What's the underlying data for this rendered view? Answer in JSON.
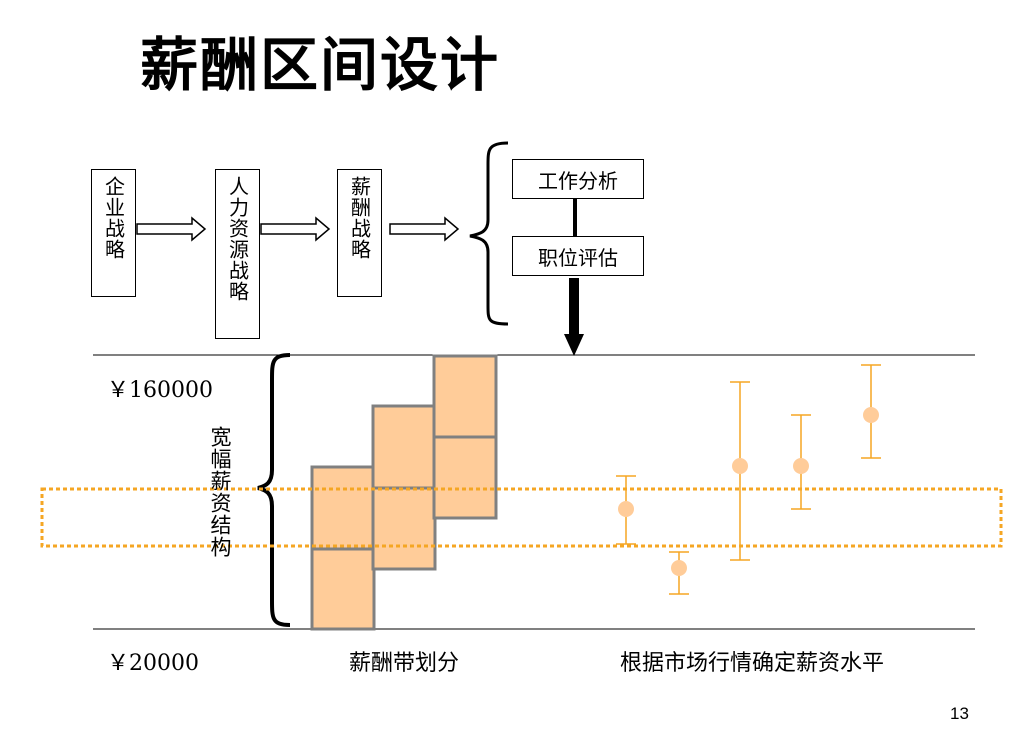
{
  "title": "薪酬区间设计",
  "flow": {
    "steps": [
      "企业战略",
      "人力资源战略",
      "薪酬战略"
    ],
    "analysis": [
      "工作分析",
      "职位评估"
    ]
  },
  "salary": {
    "max_label": "￥160000",
    "min_label": "￥20000",
    "structure_label": "宽幅薪资结构",
    "bands_caption": "薪酬带划分",
    "market_caption": "根据市场行情确定薪资水平"
  },
  "colors": {
    "band_fill": "#FFCC99",
    "band_border": "#808080",
    "accent": "#F5A623",
    "dot": "#FFCC99"
  },
  "page_number": "13"
}
